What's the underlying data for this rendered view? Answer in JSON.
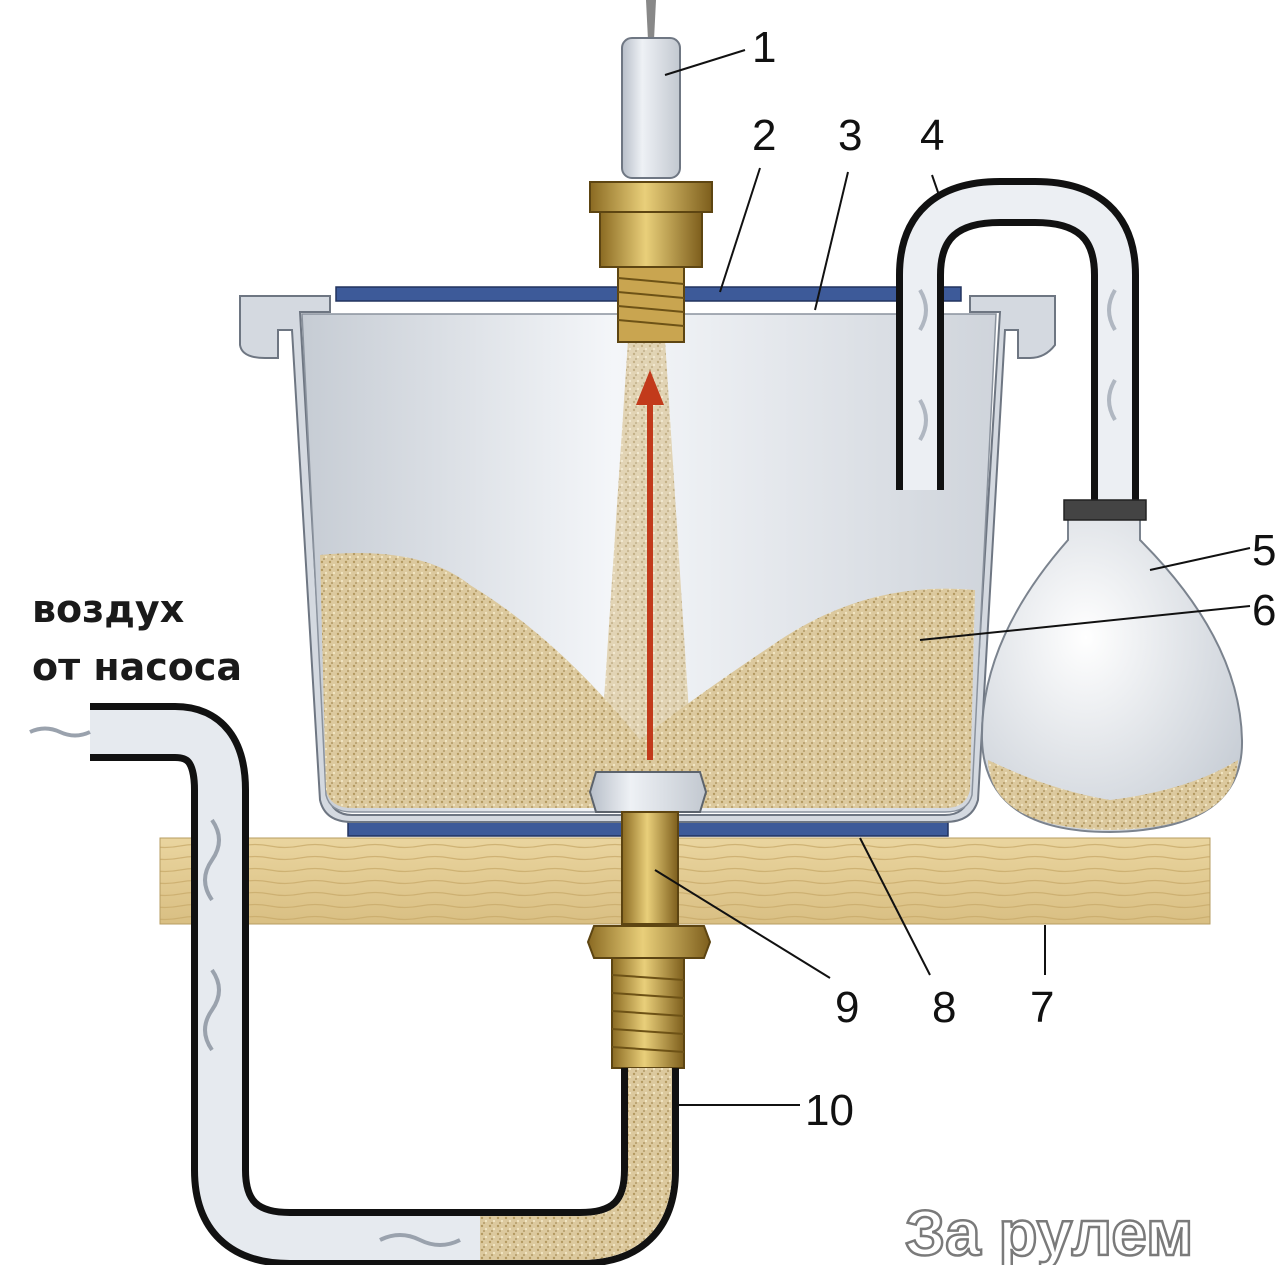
{
  "labels": {
    "air_line1": "воздух",
    "air_line2": "от насоса",
    "watermark": "За рулем"
  },
  "callouts": [
    "1",
    "2",
    "3",
    "4",
    "5",
    "6",
    "7",
    "8",
    "9",
    "10"
  ],
  "colors": {
    "sand": "#d9c69a",
    "wood": "#e3cd94",
    "blue_gasket": "#3d5a99",
    "arrow": "#c23a1b",
    "metal": "#c9ced6"
  }
}
